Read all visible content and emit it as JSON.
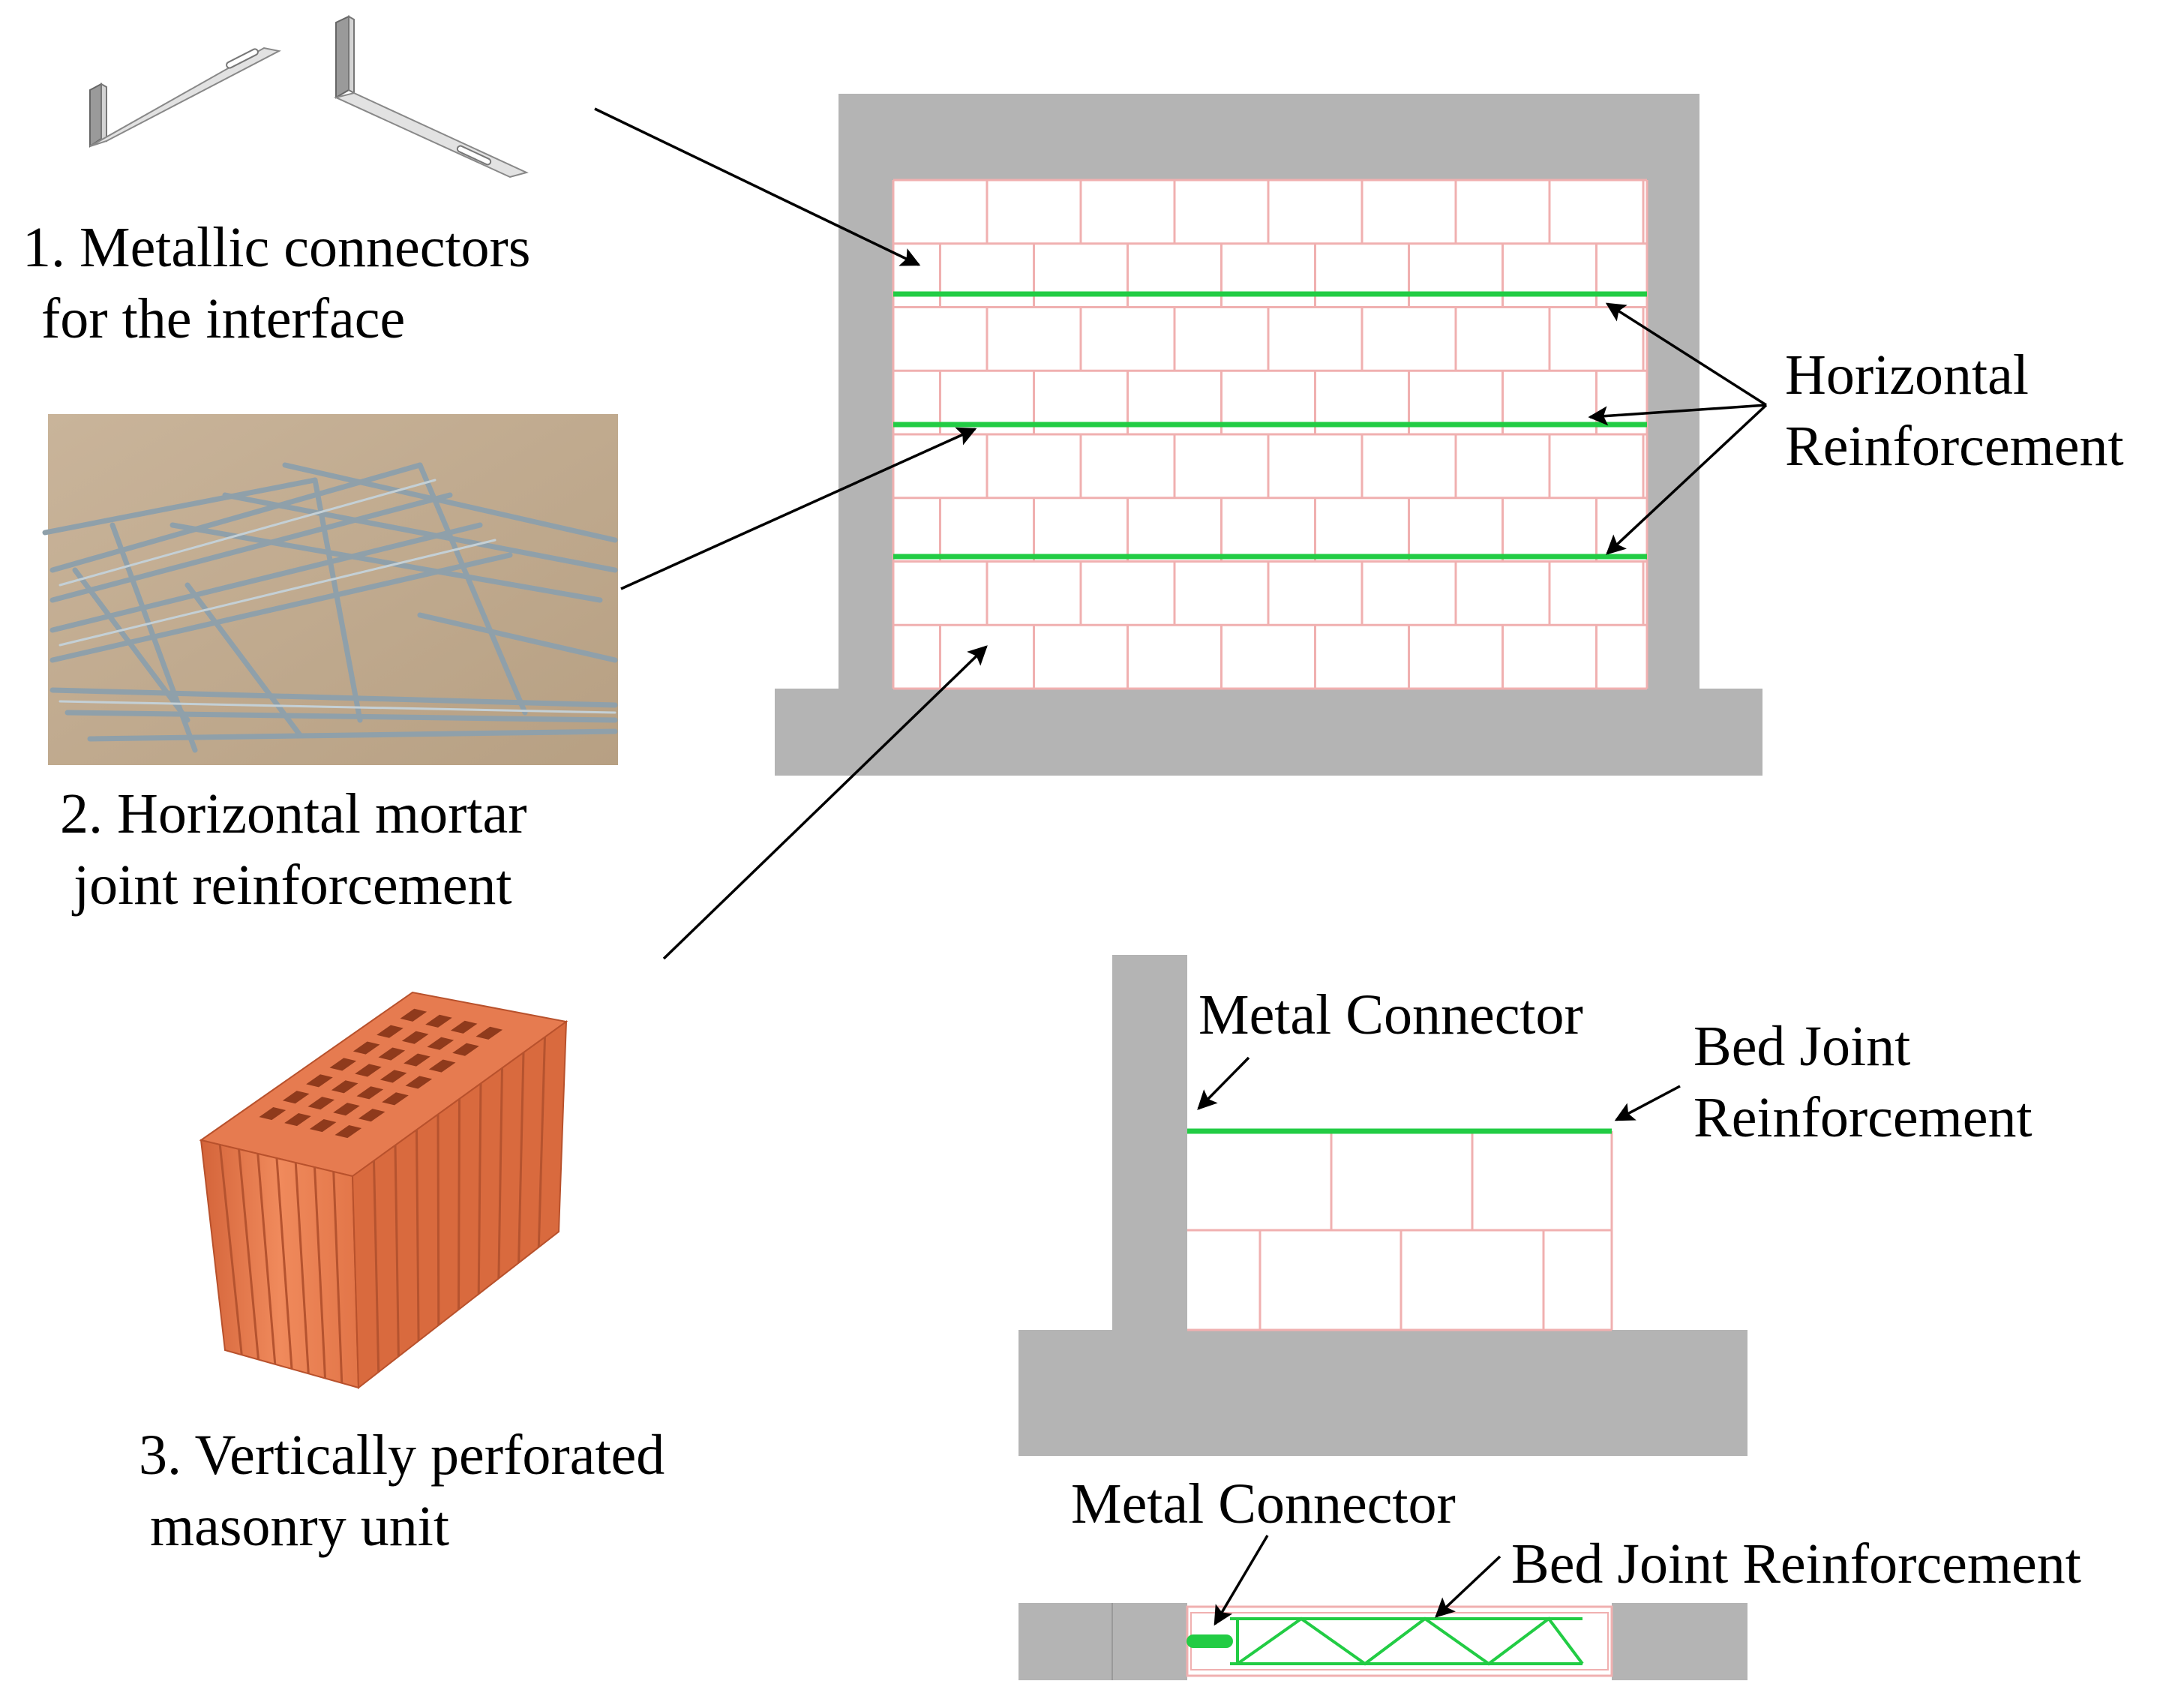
{
  "labels": {
    "item1_line1": "1. Metallic connectors",
    "item1_line2": "for the interface",
    "item2_line1": "2. Horizontal mortar",
    "item2_line2": "joint reinforcement",
    "item3_line1": "3. Vertically perforated",
    "item3_line2": "masonry unit",
    "horizontal_line1": "Horizontal",
    "horizontal_line2": "Reinforcement",
    "metal_connector_elev": "Metal Connector",
    "bed_joint_line1": "Bed Joint",
    "bed_joint_line2": "Reinforcement",
    "metal_connector_plan": "Metal Connector",
    "bed_joint_plan": "Bed Joint Reinforcement"
  },
  "icons": [
    "metallic-connector-icon",
    "mesh-reinforcement-photo",
    "perforated-brick-icon"
  ],
  "colors": {
    "frame": "#b4b4b4",
    "reinforcement": "#22cc44",
    "mortar_joint": "#f0b0b0",
    "brick": "#e8825a",
    "arrow": "#000000"
  }
}
